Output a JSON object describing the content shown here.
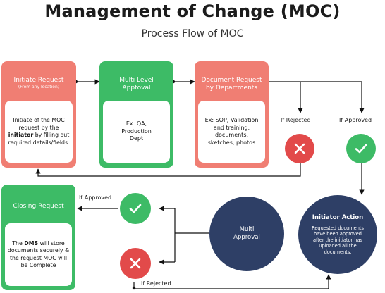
{
  "header": {
    "title": "Management of Change (MOC)",
    "subtitle": "Process Flow of MOC"
  },
  "nodes": {
    "initiate": {
      "title": "Initiate Request",
      "subtitle": "(From any location)",
      "body_pre": "Initiate of the MOC request by the",
      "body_bold": "initiator",
      "body_post": "by filling out required details/fields."
    },
    "multilevel": {
      "title_line1": "Multi Level",
      "title_line2": "Apptoval",
      "body": "Ex: QA, Production Dept"
    },
    "document": {
      "title_line1": "Document Request",
      "title_line2": "by Departments",
      "body": "Ex: SOP, Validation and training, documents, sketches, photos"
    },
    "closing": {
      "title": "Closing Request",
      "body_pre": "The",
      "body_bold": "DMS",
      "body_post": "will store documents securely & the request MOC will be Complete"
    },
    "multi_approval": {
      "line1": "Multi",
      "line2": "Approval"
    },
    "initiator_action": {
      "title": "Initiator Action",
      "body": "Requested documents have been approved after the initiator has uploaded all the documents."
    }
  },
  "labels": {
    "if_rejected_top": "If Rejected",
    "if_approved_top": "If Approved",
    "if_approved_bottom": "If Approved",
    "if_rejected_bottom": "If Rejected"
  },
  "icons": {
    "approve": "check-icon",
    "reject": "close-icon"
  },
  "colors": {
    "red_card": "#f07e73",
    "green_card": "#3dbb66",
    "reject_circle": "#e24a4a",
    "approve_circle": "#3dbb66",
    "navy_circle": "#2e3f66"
  }
}
